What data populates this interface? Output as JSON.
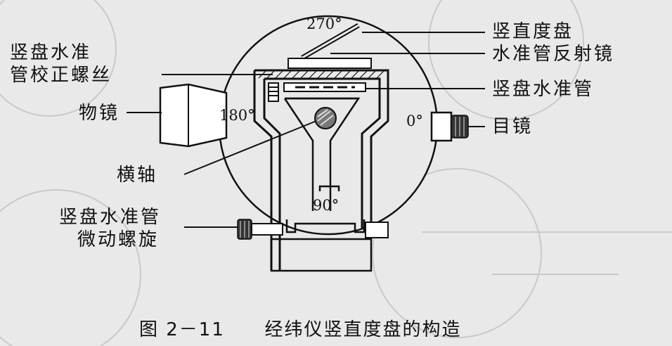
{
  "degrees": {
    "top": "270°",
    "left": "180°",
    "right": "0°",
    "bottom": "90°"
  },
  "labels": {
    "vertical_circle": "竖直度盘",
    "level_reflector": "水准管反射镜",
    "index_level": "竖盘水准管",
    "eyepiece": "目镜",
    "correction_screw_line1": "竖盘水准",
    "correction_screw_line2": "管校正螺丝",
    "objective": "物镜",
    "horizontal_axis": "横轴",
    "tangent_screw_line1": "竖盘水准管",
    "tangent_screw_line2": "微动螺旋"
  },
  "caption": {
    "number": "图 2－11",
    "title": "经纬仪竖直度盘的构造"
  }
}
